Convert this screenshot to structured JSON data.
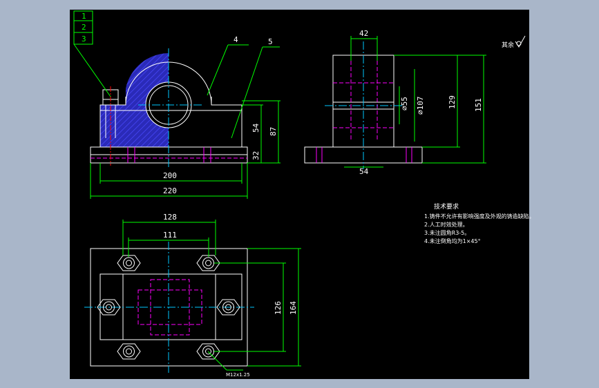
{
  "colors": {
    "frame_bg": "#a9b6c9",
    "paper": "#000000",
    "line": "#ffffff",
    "dim": "#00ff00",
    "center": "#00c8ff",
    "hidden": "#ff00ff",
    "hatch": "#3030d0",
    "bolt": "#ffffff"
  },
  "labels": {
    "balloon_1": "1",
    "balloon_2": "2",
    "balloon_3": "3",
    "leader_4": "4",
    "leader_5": "5",
    "roughness": "其余"
  },
  "dimensions": {
    "front_200": "200",
    "front_220": "220",
    "front_54": "54",
    "front_87": "87",
    "front_32": "32",
    "side_42": "42",
    "side_54": "54",
    "side_d55": "⌀55",
    "side_d107": "⌀107",
    "side_129": "129",
    "side_151": "151",
    "top_128": "128",
    "top_111": "111",
    "top_126": "126",
    "top_164": "164",
    "thread_note": "M12x1.25"
  },
  "notes": {
    "title": "技术要求",
    "items": [
      "1.铸件不允许有影响强度及外观的铸造缺陷。",
      "2.人工时效处理。",
      "3.未注圆角R3-5。",
      "4.未注倒角均为1×45°"
    ]
  }
}
